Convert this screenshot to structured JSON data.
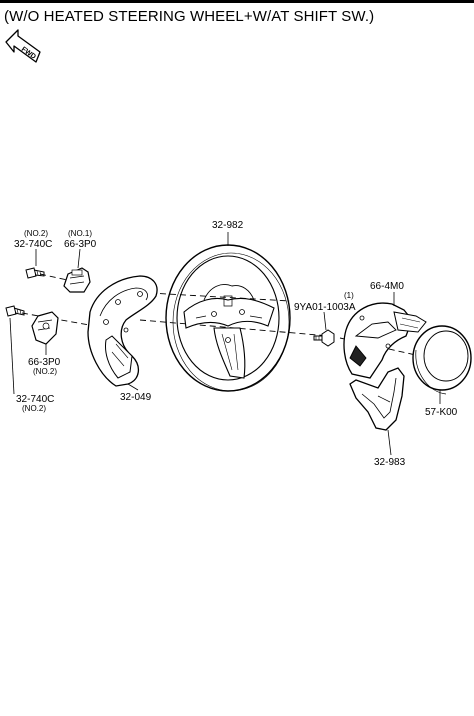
{
  "title": "(W/O HEATED STEERING WHEEL+W/AT SHIFT SW.)",
  "direction_badge": {
    "label": "FWD",
    "icon": "fwd-arrow-icon"
  },
  "callouts": {
    "c32982": {
      "part": "32-982"
    },
    "c32740c_top": {
      "part": "32-740C",
      "qty": "(NO.2)"
    },
    "c663p0_top": {
      "part": "66-3P0",
      "qty": "(NO.1)"
    },
    "c664m0": {
      "part": "66-4M0"
    },
    "c9ya01": {
      "part": "9YA01-1003A",
      "qty": "(1)"
    },
    "c663p0_low": {
      "part": "66-3P0",
      "qty": "(NO.2)"
    },
    "c32740c_low": {
      "part": "32-740C",
      "qty": "(NO.2)"
    },
    "c32049": {
      "part": "32-049"
    },
    "c57k00": {
      "part": "57-K00"
    },
    "c32983": {
      "part": "32-983"
    }
  }
}
